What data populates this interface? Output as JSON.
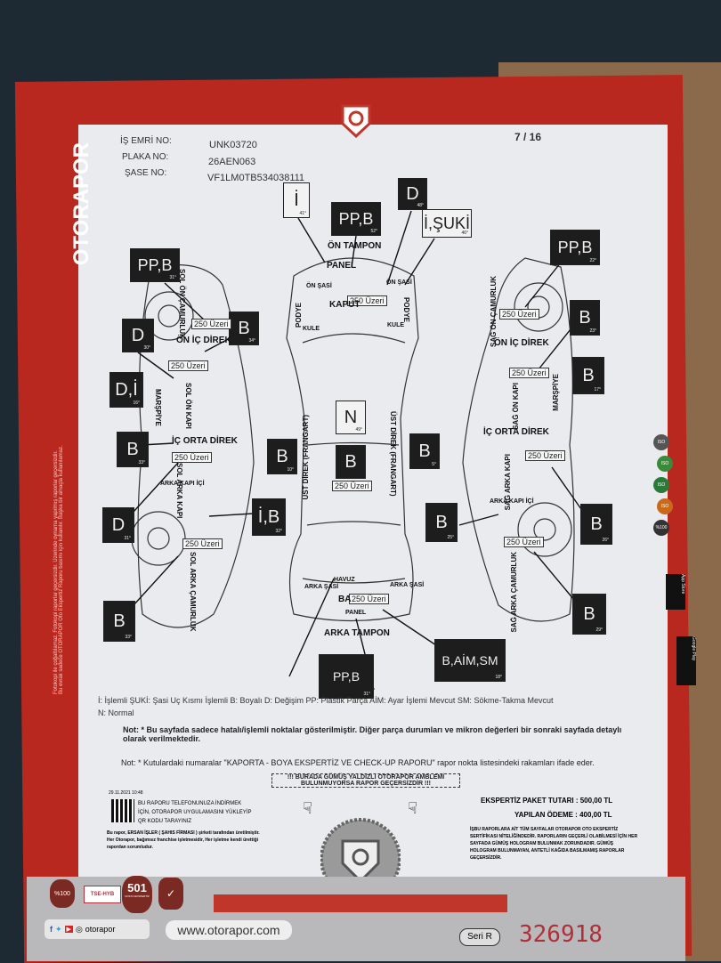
{
  "header": {
    "work_order_label": "İŞ EMRİ NO:",
    "work_order": "UNK03720",
    "plate_label": "PLAKA NO:",
    "plate": "26AEN063",
    "chassis_label": "ŞASE NO:",
    "chassis": "VF1LM0TB534038111",
    "page": "7 / 16"
  },
  "brand": {
    "name": "OTORAPOR",
    "side_text_1": "Fotokopi ile çoğaltılamaz. Fotokopi raporlar geçersizdir. Üzerinde oynama yapılmış raporlar geçersizdir.",
    "side_text_2": "Bu evrak sadece OTORAPOR Oto Ekspertiz Raporu basımı için kullanılır. Başka bir amaçla kullanılamaz."
  },
  "boxes": [
    {
      "code": "İ",
      "deg": "41°",
      "dark": false
    },
    {
      "code": "PP,B",
      "deg": "52°",
      "dark": true
    },
    {
      "code": "D",
      "deg": "48°",
      "dark": true
    },
    {
      "code": "İ,ŞUKİ",
      "deg": "46°",
      "dark": false
    },
    {
      "code": "PP,B",
      "deg": "31°",
      "dark": true
    },
    {
      "code": "B",
      "deg": "34°",
      "dark": true
    },
    {
      "code": "D",
      "deg": "30°",
      "dark": true
    },
    {
      "code": "D,İ",
      "deg": "16°",
      "dark": true
    },
    {
      "code": "B",
      "deg": "33°",
      "dark": true
    },
    {
      "code": "D",
      "deg": "31°",
      "dark": true
    },
    {
      "code": "İ,B",
      "deg": "32°",
      "dark": true
    },
    {
      "code": "B",
      "deg": "33°",
      "dark": true
    },
    {
      "code": "B",
      "deg": "10°",
      "dark": true
    },
    {
      "code": "N",
      "deg": "49°",
      "dark": false
    },
    {
      "code": "B",
      "deg": "",
      "dark": true
    },
    {
      "code": "B",
      "deg": "5°",
      "dark": true
    },
    {
      "code": "PP,B",
      "deg": "22°",
      "dark": true
    },
    {
      "code": "B",
      "deg": "23°",
      "dark": true
    },
    {
      "code": "B",
      "deg": "17°",
      "dark": true
    },
    {
      "code": "B",
      "deg": "25°",
      "dark": true
    },
    {
      "code": "B",
      "deg": "26°",
      "dark": true
    },
    {
      "code": "B",
      "deg": "29°",
      "dark": true
    },
    {
      "code": "B,AİM,SM",
      "deg": "18°",
      "dark": true
    },
    {
      "code": "PP,B",
      "deg": "31°",
      "dark": true
    }
  ],
  "thickness_label": "250 Üzeri",
  "parts": [
    "ÖN TAMPON",
    "PANEL",
    "KAPUT",
    "ÖN ŞASİ",
    "ÖN ŞASİ",
    "PODYE",
    "PODYE",
    "KULE",
    "KULE",
    "ÜST DİREK (FRANGART)",
    "ÜST DİREK (FRANGART)",
    "HAVUZ",
    "ARKA ŞASİ",
    "ARKA ŞASİ",
    "BA",
    "PANEL",
    "ARKA TAMPON",
    "SOL ÖN ÇAMURLUK",
    "ÖN İÇ DİREK",
    "SOL ÖN KAPI",
    "MARŞPİYE",
    "İÇ ORTA DİREK",
    "SOL ARKA KAPI",
    "ARKA KAPI İÇİ",
    "SOL ARKA ÇAMURLUK",
    "SAĞ ÖN ÇAMURLUK",
    "ÖN İÇ DİREK",
    "SAĞ ÖN KAPI",
    "MARŞPİYE",
    "İÇ ORTA DİREK",
    "SAĞ ARKA KAPI",
    "ARKA KAPI İÇİ",
    "SAĞ ARKA ÇAMURLUK"
  ],
  "legend": {
    "line1": "İ: İşlemli ŞUKİ: Şasi Uç Kısmı İşlemli B: Boyalı D: Değişim PP: Plastik Parça AİM: Ayar İşlemi Mevcut SM: Sökme-Takma Mevcut",
    "line2": "N: Normal"
  },
  "notes": {
    "note1": "Not: * Bu sayfada sadece hatalı/işlemli noktalar gösterilmiştir. Diğer parça durumları ve mikron değerleri bir sonraki sayfada detaylı olarak verilmektedir.",
    "note2": "Not: * Kutulardaki numaralar \"KAPORTA - BOYA EKSPERTİZ VE CHECK-UP RAPORU\" rapor nokta listesindeki rakamları ifade eder.",
    "warning": "!!! BURADA GÜMÜŞ YALDIZLI OTORAPOR AMBLEMİ BULUNMUYORSA RAPOR GEÇERSİZDİR !!!"
  },
  "bottom_left": {
    "date": "29.11.2021 10:48",
    "qr_text": "BU RAPORU TELEFONUNUZA İNDİRMEK İÇİN, OTORAPOR UYGULAMASINI YÜKLEYİP QR KODU TARAYINIZ",
    "disclaimer": "Bu rapor, ERSAN İŞLER ( ŞAHIS FİRMASI ) şirketi tarafından üretilmiştir. Her Otorapor, bağımsız franchise işletmesidir, Her işletme kendi ürettiği rapordan sorumludur."
  },
  "payment": {
    "package_label": "EKSPERTİZ PAKET TUTARI :",
    "package_value": "500,00 TL",
    "paid_label": "YAPILAN ÖDEME :",
    "paid_value": "400,00 TL",
    "info": "İŞBU RAPORLARA AİT TÜM SAYFALAR OTORAPOR OTO EKSPERTİZ SERTİFİKASI NİTELİĞİNDEDİR. RAPORLARIN GEÇERLİ OLABİLMESİ İÇİN HER SAYFADA GÜMÜŞ HOLOGRAM BULUNMAK ZORUNDADIR. GÜMÜŞ HOLOGRAM BULUNMAYAN, ANTETLİ KAĞIDA BASILMAMIŞ RAPORLAR GEÇERSİZDİR."
  },
  "footer": {
    "badge1": "%100",
    "badge2": "TSE-HYB",
    "badge3": "501",
    "badge3_sub": "NOKTA EKSPERTİZ",
    "social": "otorapor",
    "website": "www.otorapor.com",
    "serial_label": "Seri R",
    "serial": "326918"
  },
  "side_badges": [
    "ISO",
    "ISO",
    "ISO",
    "ISO",
    "%100"
  ],
  "app_badges": [
    "App Store",
    "Google Play"
  ],
  "colors": {
    "brand_red": "#c0362a",
    "dark_box": "#1d1d1d",
    "serial_red": "#b0303a"
  }
}
